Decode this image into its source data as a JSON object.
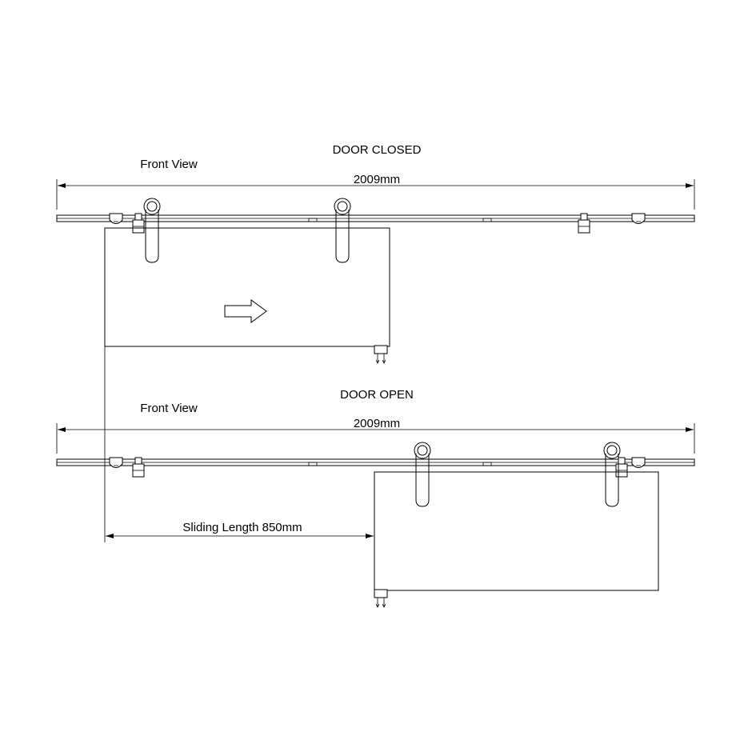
{
  "closed": {
    "title": "DOOR CLOSED",
    "view_label": "Front View",
    "dimension": "2009mm"
  },
  "open": {
    "title": "DOOR OPEN",
    "view_label": "Front View",
    "dimension": "2009mm",
    "sliding_label": "Sliding Length 850mm"
  }
}
